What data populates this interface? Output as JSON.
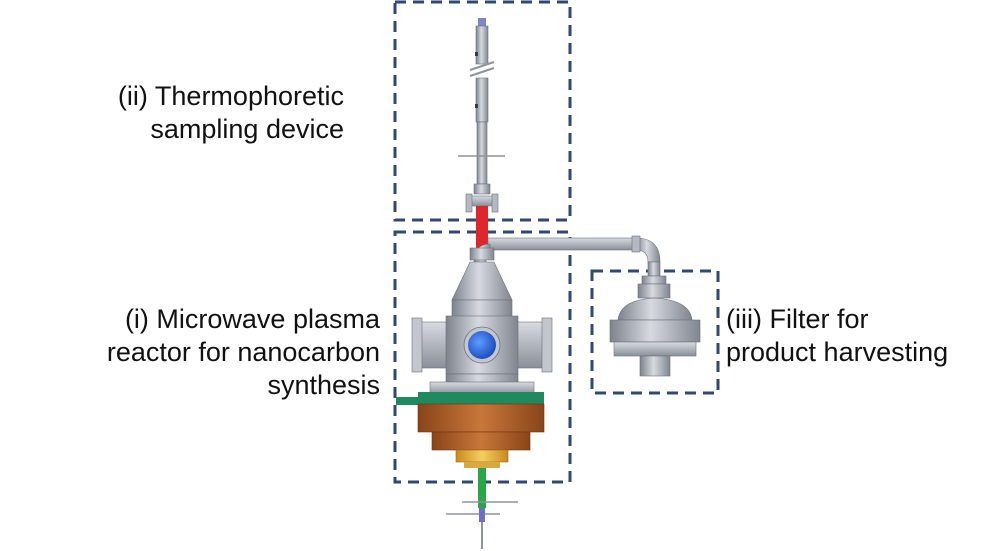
{
  "labels": {
    "sampling": {
      "line1": "(ii) Thermophoretic",
      "line2": "sampling device"
    },
    "reactor": {
      "line1": "(i)  Microwave plasma",
      "line2": "reactor for nanocarbon",
      "line3": "synthesis"
    },
    "filter": {
      "line1": "(iii) Filter for",
      "line2": "product harvesting"
    }
  },
  "colors": {
    "box_border": "#2f4a72",
    "steel": "#a9adb6",
    "steel_dark": "#7d828c",
    "red_tube": "#e0262b",
    "green_tube": "#1f8a5e",
    "copper": "#b8652c",
    "gold": "#e8b23a",
    "window_blue": "#2f6fe6"
  }
}
